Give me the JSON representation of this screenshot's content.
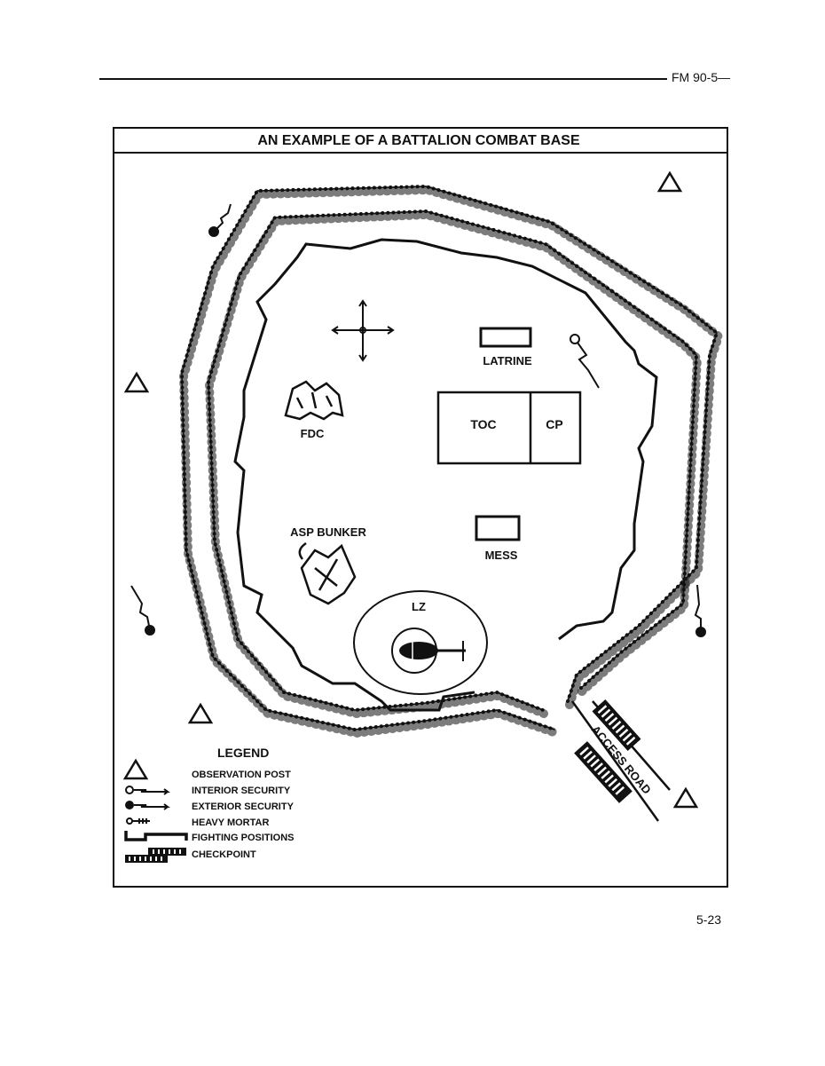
{
  "header": {
    "doc_id": "FM 90-5—"
  },
  "figure": {
    "title": "AN EXAMPLE OF A BATTALION COMBAT BASE",
    "labels": {
      "latrine": "LATRINE",
      "toc": "TOC",
      "cp": "CP",
      "fdc": "FDC",
      "asp_bunker": "ASP BUNKER",
      "mess": "MESS",
      "lz": "LZ",
      "access_road": "ACCESS ROAD"
    },
    "legend": {
      "title": "LEGEND",
      "items": [
        "OBSERVATION POST",
        "INTERIOR SECURITY",
        "EXTERIOR SECURITY",
        "HEAVY MORTAR",
        "FIGHTING POSITIONS",
        "CHECKPOINT"
      ]
    }
  },
  "footer": {
    "page_number": "5-23"
  }
}
